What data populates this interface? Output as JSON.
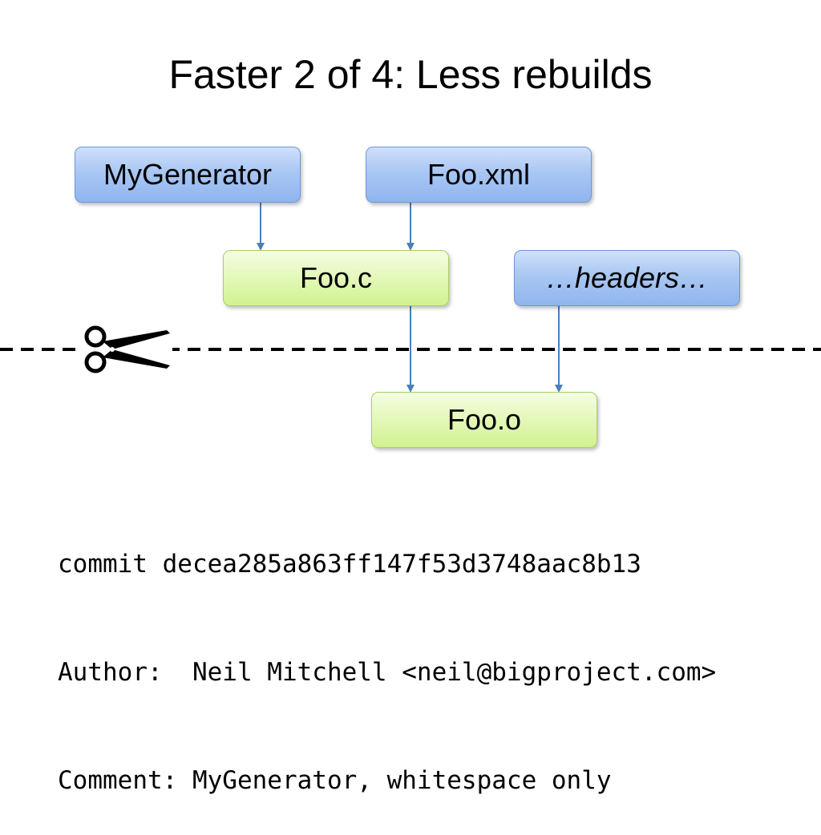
{
  "slide": {
    "title": "Faster 2 of 4: Less rebuilds"
  },
  "diagram": {
    "nodes": {
      "mygenerator": "MyGenerator",
      "fooxml": "Foo.xml",
      "fooc": "Foo.c",
      "headers": "…headers…",
      "fooo": "Foo.o"
    },
    "edges": [
      [
        "MyGenerator",
        "Foo.c"
      ],
      [
        "Foo.xml",
        "Foo.c"
      ],
      [
        "Foo.c",
        "Foo.o"
      ],
      [
        "…headers…",
        "Foo.o"
      ]
    ],
    "colors": {
      "source_node": "#a9c7f3",
      "generated_node": "#e3f8b9",
      "arrow": "#4a7ebb",
      "cut_line": "#000000"
    },
    "icons": [
      "scissors-icon"
    ]
  },
  "commit": {
    "line1": "commit decea285a863ff147f53d3748aac8b13",
    "line2": "Author:  Neil Mitchell <neil@bigproject.com>",
    "line3": "Comment: MyGenerator, whitespace only"
  }
}
